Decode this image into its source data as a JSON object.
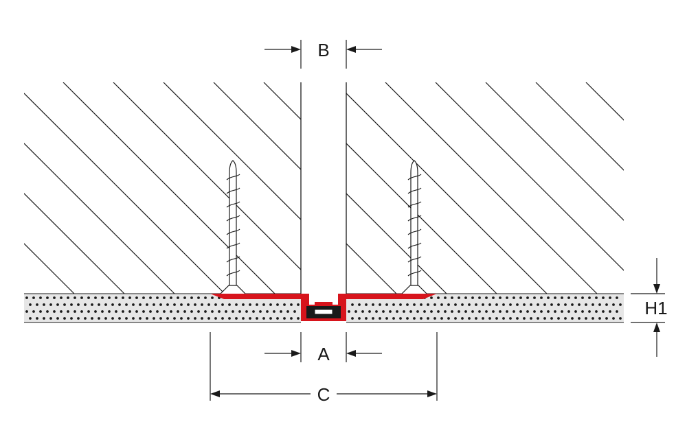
{
  "labels": {
    "b": "B",
    "a": "A",
    "c": "C",
    "h1": "H1"
  },
  "colors": {
    "profile": "#d7141c",
    "line": "#1a1a1a",
    "dot": "#1a1a1a",
    "slab_fill": "#e6e6e6",
    "insert": "#1a1a1a"
  }
}
